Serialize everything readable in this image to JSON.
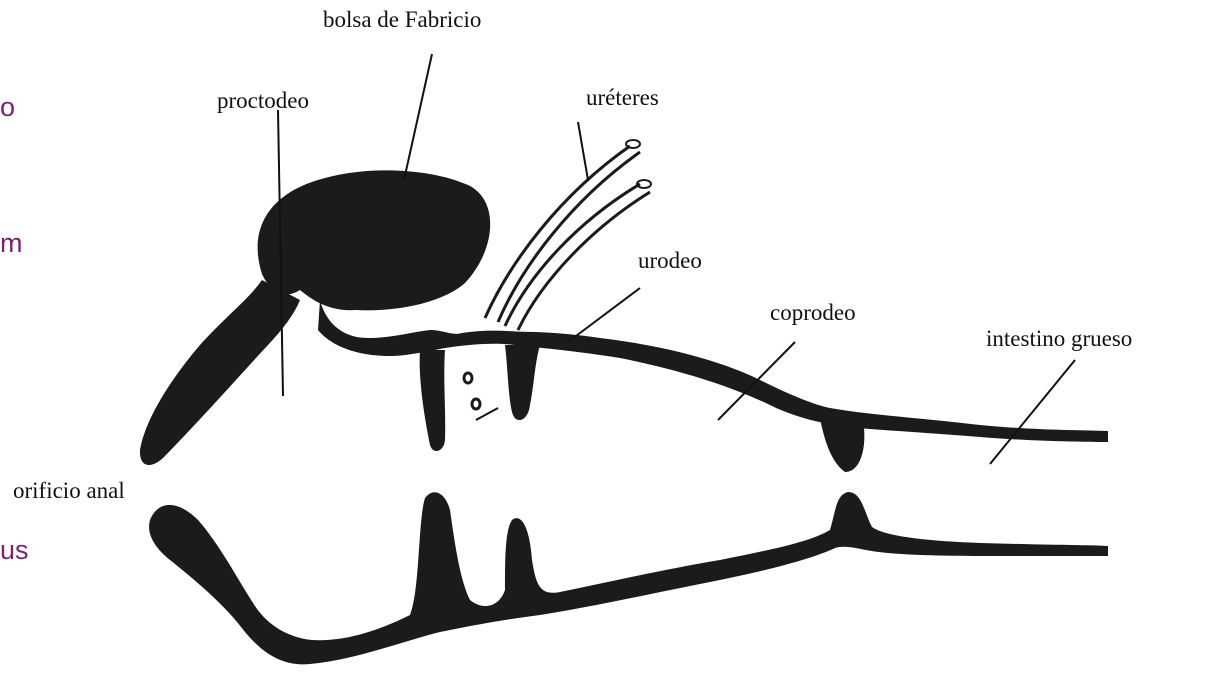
{
  "colors": {
    "ink": "#1b1b1b",
    "leader_line": "#111111",
    "side_text": "#7a1f7a",
    "background": "#ffffff"
  },
  "labels": {
    "bursa": "bolsa de Fabricio",
    "proctodeum": "proctodeo",
    "ureters": "uréteres",
    "urodeum": "urodeo",
    "coprodeum": "coprodeo",
    "large_intestine": "intestino grueso",
    "anal_opening": "orificio anal"
  },
  "side_fragments": [
    "o",
    "m",
    "us"
  ]
}
